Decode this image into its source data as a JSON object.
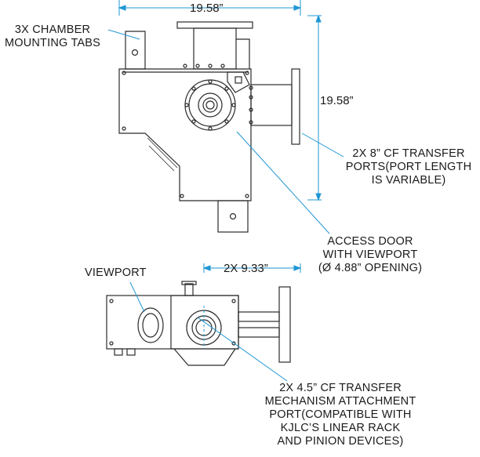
{
  "colors": {
    "dimension_line": "#1f97d4",
    "part_outline": "#2b2b2b",
    "text": "#1a1a1a"
  },
  "dimensions": {
    "top_width": "19.58”",
    "side_height": "19.58”",
    "port_spacing": "2X 9.33”"
  },
  "callouts": {
    "mounting_tabs": [
      "3X CHAMBER",
      "MOUNTING TABS"
    ],
    "cf8_ports": [
      "2X 8” CF TRANSFER",
      "PORTS(PORT LENGTH",
      "IS VARIABLE)"
    ],
    "access_door": [
      "ACCESS DOOR",
      "WITH VIEWPORT",
      "(Ø 4.88” OPENING)"
    ],
    "viewport": [
      "VIEWPORT"
    ],
    "cf45_port": [
      "2X 4.5” CF TRANSFER",
      "MECHANISM ATTACHMENT",
      "PORT(COMPATIBLE WITH",
      "KJLC’S LINEAR RACK",
      "AND PINION DEVICES)"
    ]
  }
}
